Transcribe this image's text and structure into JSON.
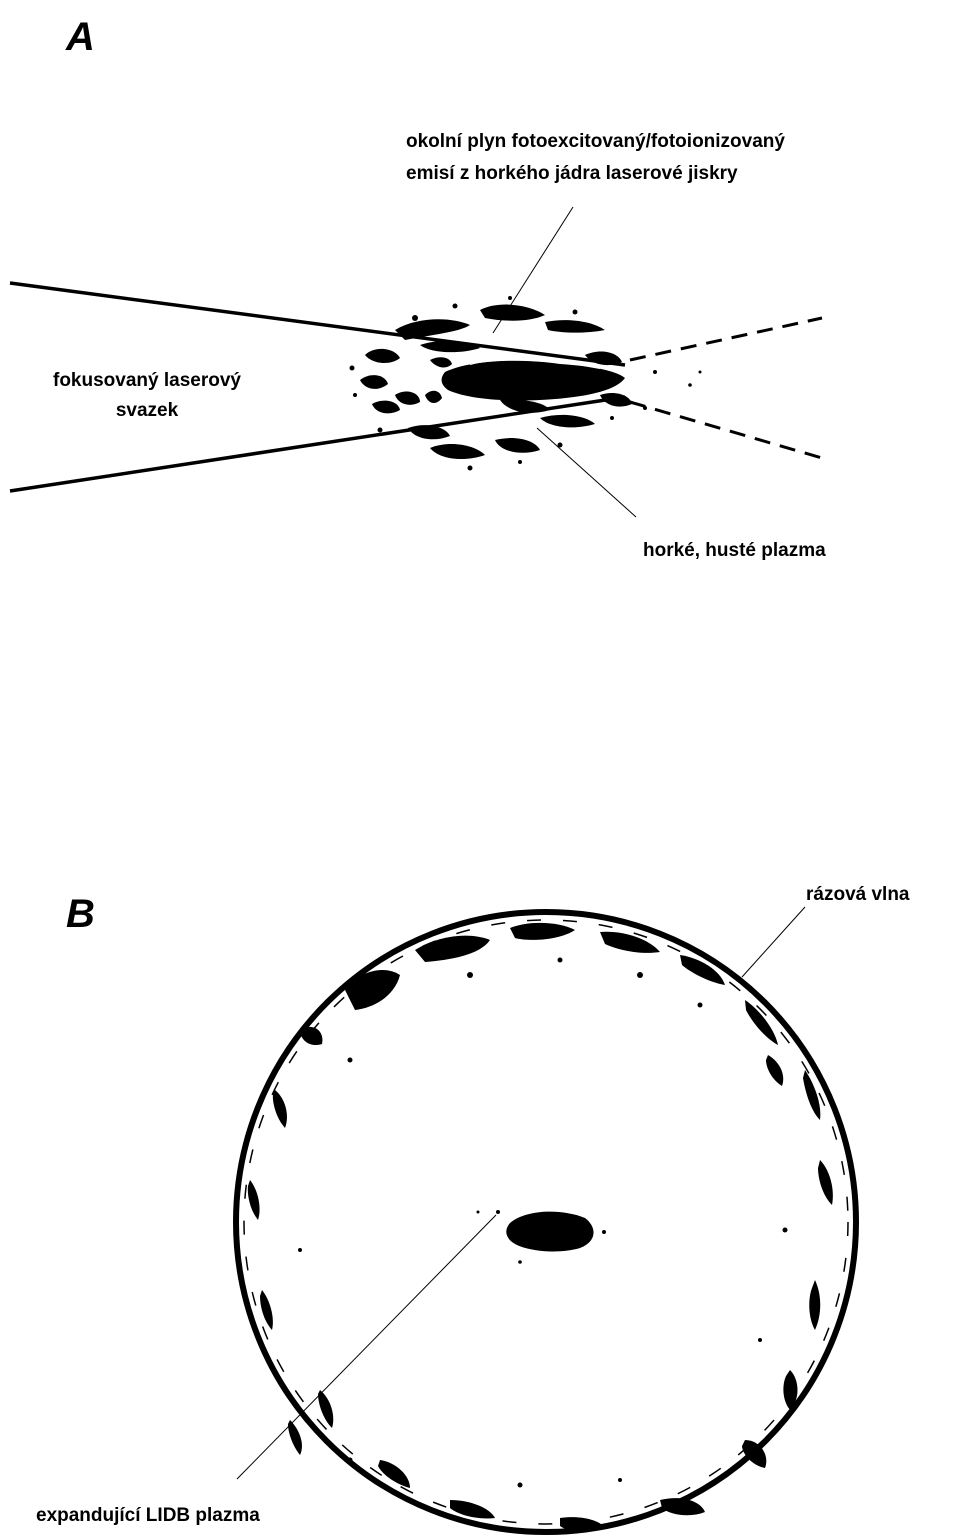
{
  "panel_a": {
    "letter": "A",
    "labels": {
      "ambient_gas_line1": "okolní plyn fotoexcitovaný/fotoionizovaný",
      "ambient_gas_line2": "emisí z horkého jádra laserové jiskry",
      "beam_line1": "fokusovaný laserový",
      "beam_line2": "svazek",
      "hot_plasma": "horké, husté plazma"
    }
  },
  "panel_b": {
    "letter": "B",
    "labels": {
      "shock_wave": "rázová vlna",
      "expanding_plasma": "expandující LIDB plazma"
    }
  },
  "colors": {
    "ink": "#000000",
    "background": "#ffffff"
  }
}
